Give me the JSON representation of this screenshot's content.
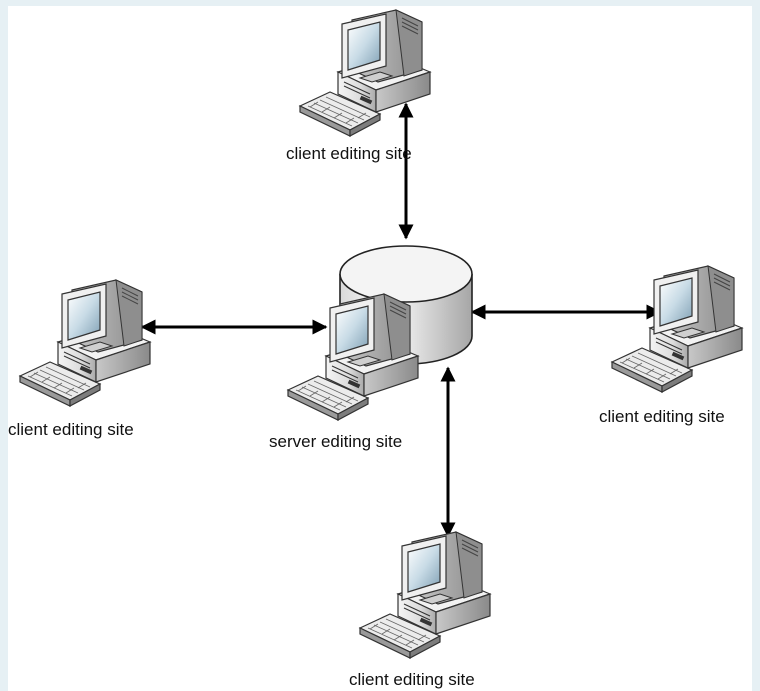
{
  "diagram": {
    "nodes": {
      "client_top": {
        "label": "client editing site",
        "icon": "desktop-computer-icon"
      },
      "client_left": {
        "label": "client editing site",
        "icon": "desktop-computer-icon"
      },
      "client_right": {
        "label": "client editing site",
        "icon": "desktop-computer-icon"
      },
      "client_bottom": {
        "label": "client editing site",
        "icon": "desktop-computer-icon"
      },
      "server": {
        "label": "server editing site",
        "icon": "desktop-computer-icon",
        "storage_icon": "database-cylinder-icon"
      }
    },
    "edges": [
      {
        "from": "server",
        "to": "client_top",
        "direction": "bidirectional"
      },
      {
        "from": "server",
        "to": "client_left",
        "direction": "bidirectional"
      },
      {
        "from": "server",
        "to": "client_right",
        "direction": "bidirectional"
      },
      {
        "from": "server",
        "to": "client_bottom",
        "direction": "bidirectional"
      }
    ]
  }
}
